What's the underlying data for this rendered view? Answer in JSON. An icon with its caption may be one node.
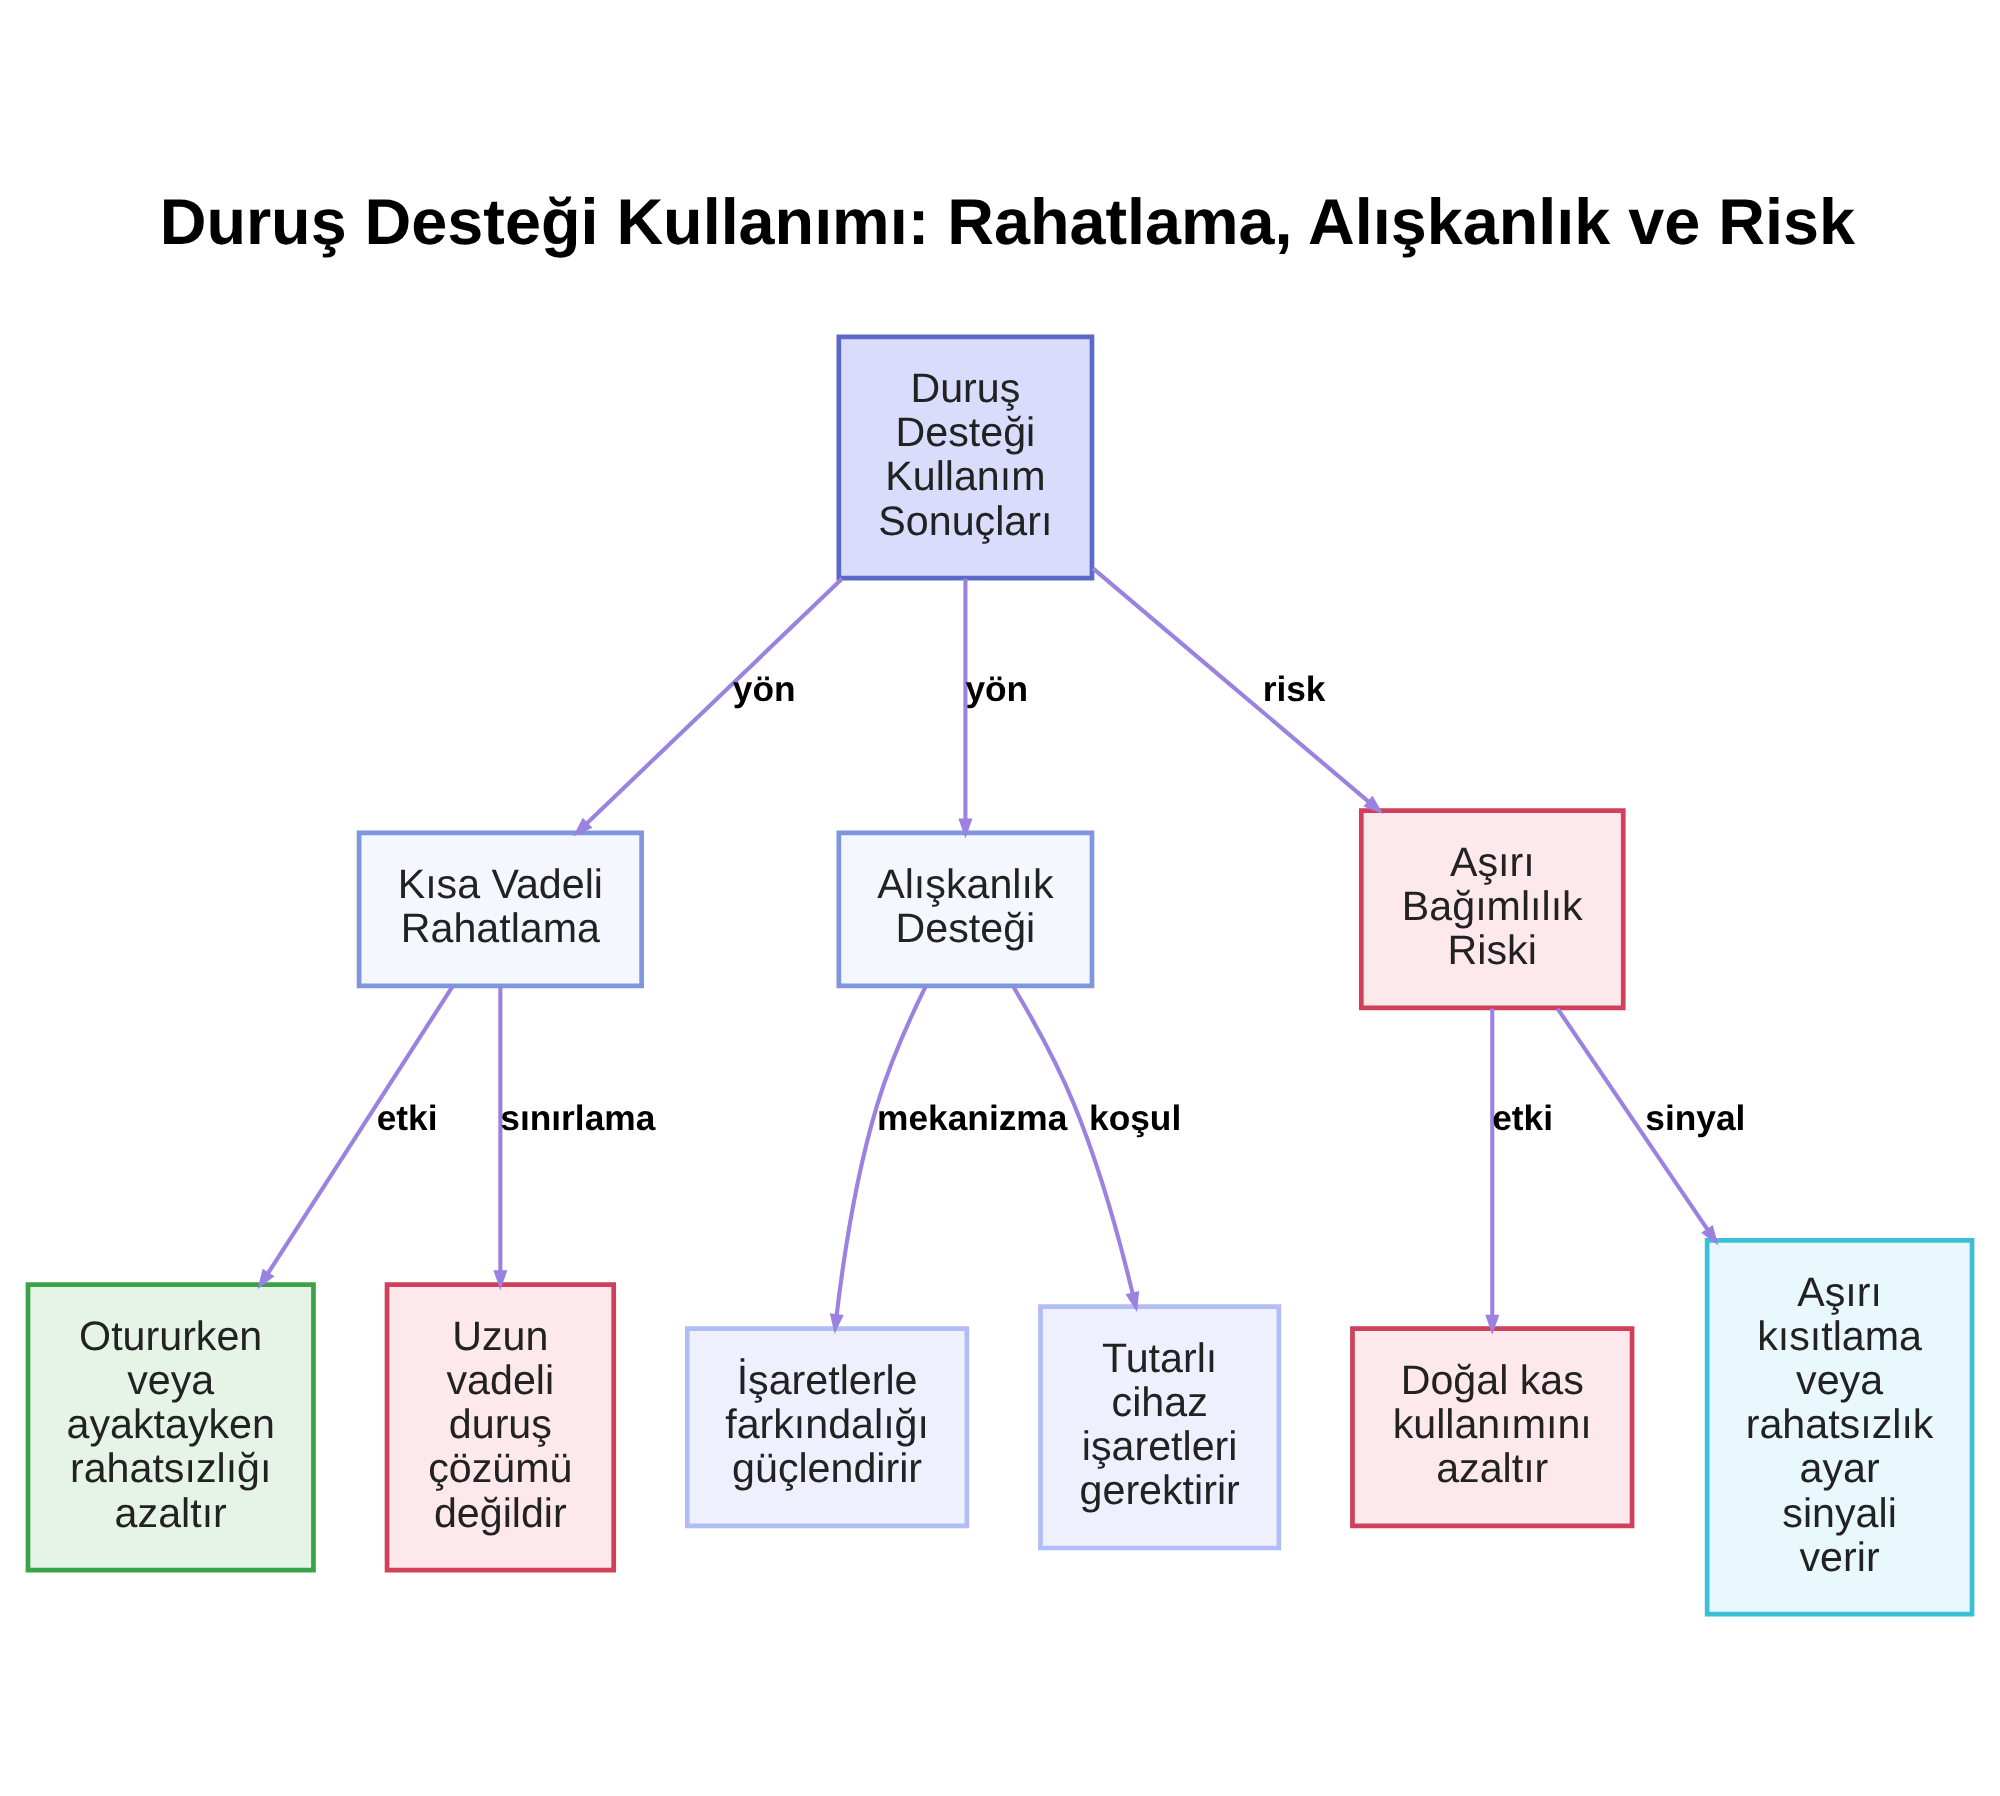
{
  "diagram": {
    "title": "Duruş Desteği Kullanımı: Rahatlama, Alışkanlık ve Risk",
    "nodes": [
      {
        "text": [
          "Duruş Desteği Kullanım Sonuçları"
        ]
      },
      {
        "text": [
          "Kısa Vadeli Rahatlama"
        ]
      },
      {
        "text": [
          "Alışkanlık Desteği"
        ]
      },
      {
        "text": [
          "Aşırı Bağımlılık Riski"
        ]
      },
      {
        "text": [
          "Otururken veya ayaktayken rahatsızlığı azaltır"
        ]
      },
      {
        "text": [
          "Uzun vadeli duruş çözümü değildir"
        ]
      },
      {
        "text": [
          "İşaretlerle farkındalığı güçlendirir"
        ]
      },
      {
        "text": [
          "Tutarlı cihaz işaretleri gerektirir"
        ]
      },
      {
        "text": [
          "Doğal kas kullanımını azaltır"
        ]
      },
      {
        "text": [
          "Aşırı kısıtlama veya rahatsızlık ayar sinyali verir"
        ]
      }
    ],
    "edges": [
      {
        "from": 0,
        "to": 1,
        "arrow": "to",
        "label": "yön"
      },
      {
        "from": 0,
        "to": 2,
        "arrow": "to",
        "label": "yön"
      },
      {
        "from": 0,
        "to": 3,
        "arrow": "to",
        "label": "risk"
      },
      {
        "from": 1,
        "to": 4,
        "arrow": "to",
        "label": "etki"
      },
      {
        "from": 1,
        "to": 5,
        "arrow": "to",
        "label": "sınırlama"
      },
      {
        "from": 2,
        "to": 6,
        "arrow": "to",
        "label": "mekanizma"
      },
      {
        "from": 2,
        "to": 7,
        "arrow": "to",
        "label": "koşul"
      },
      {
        "from": 3,
        "to": 8,
        "arrow": "to",
        "label": "etki"
      },
      {
        "from": 3,
        "to": 9,
        "arrow": "to",
        "label": "sinyal"
      }
    ]
  }
}
